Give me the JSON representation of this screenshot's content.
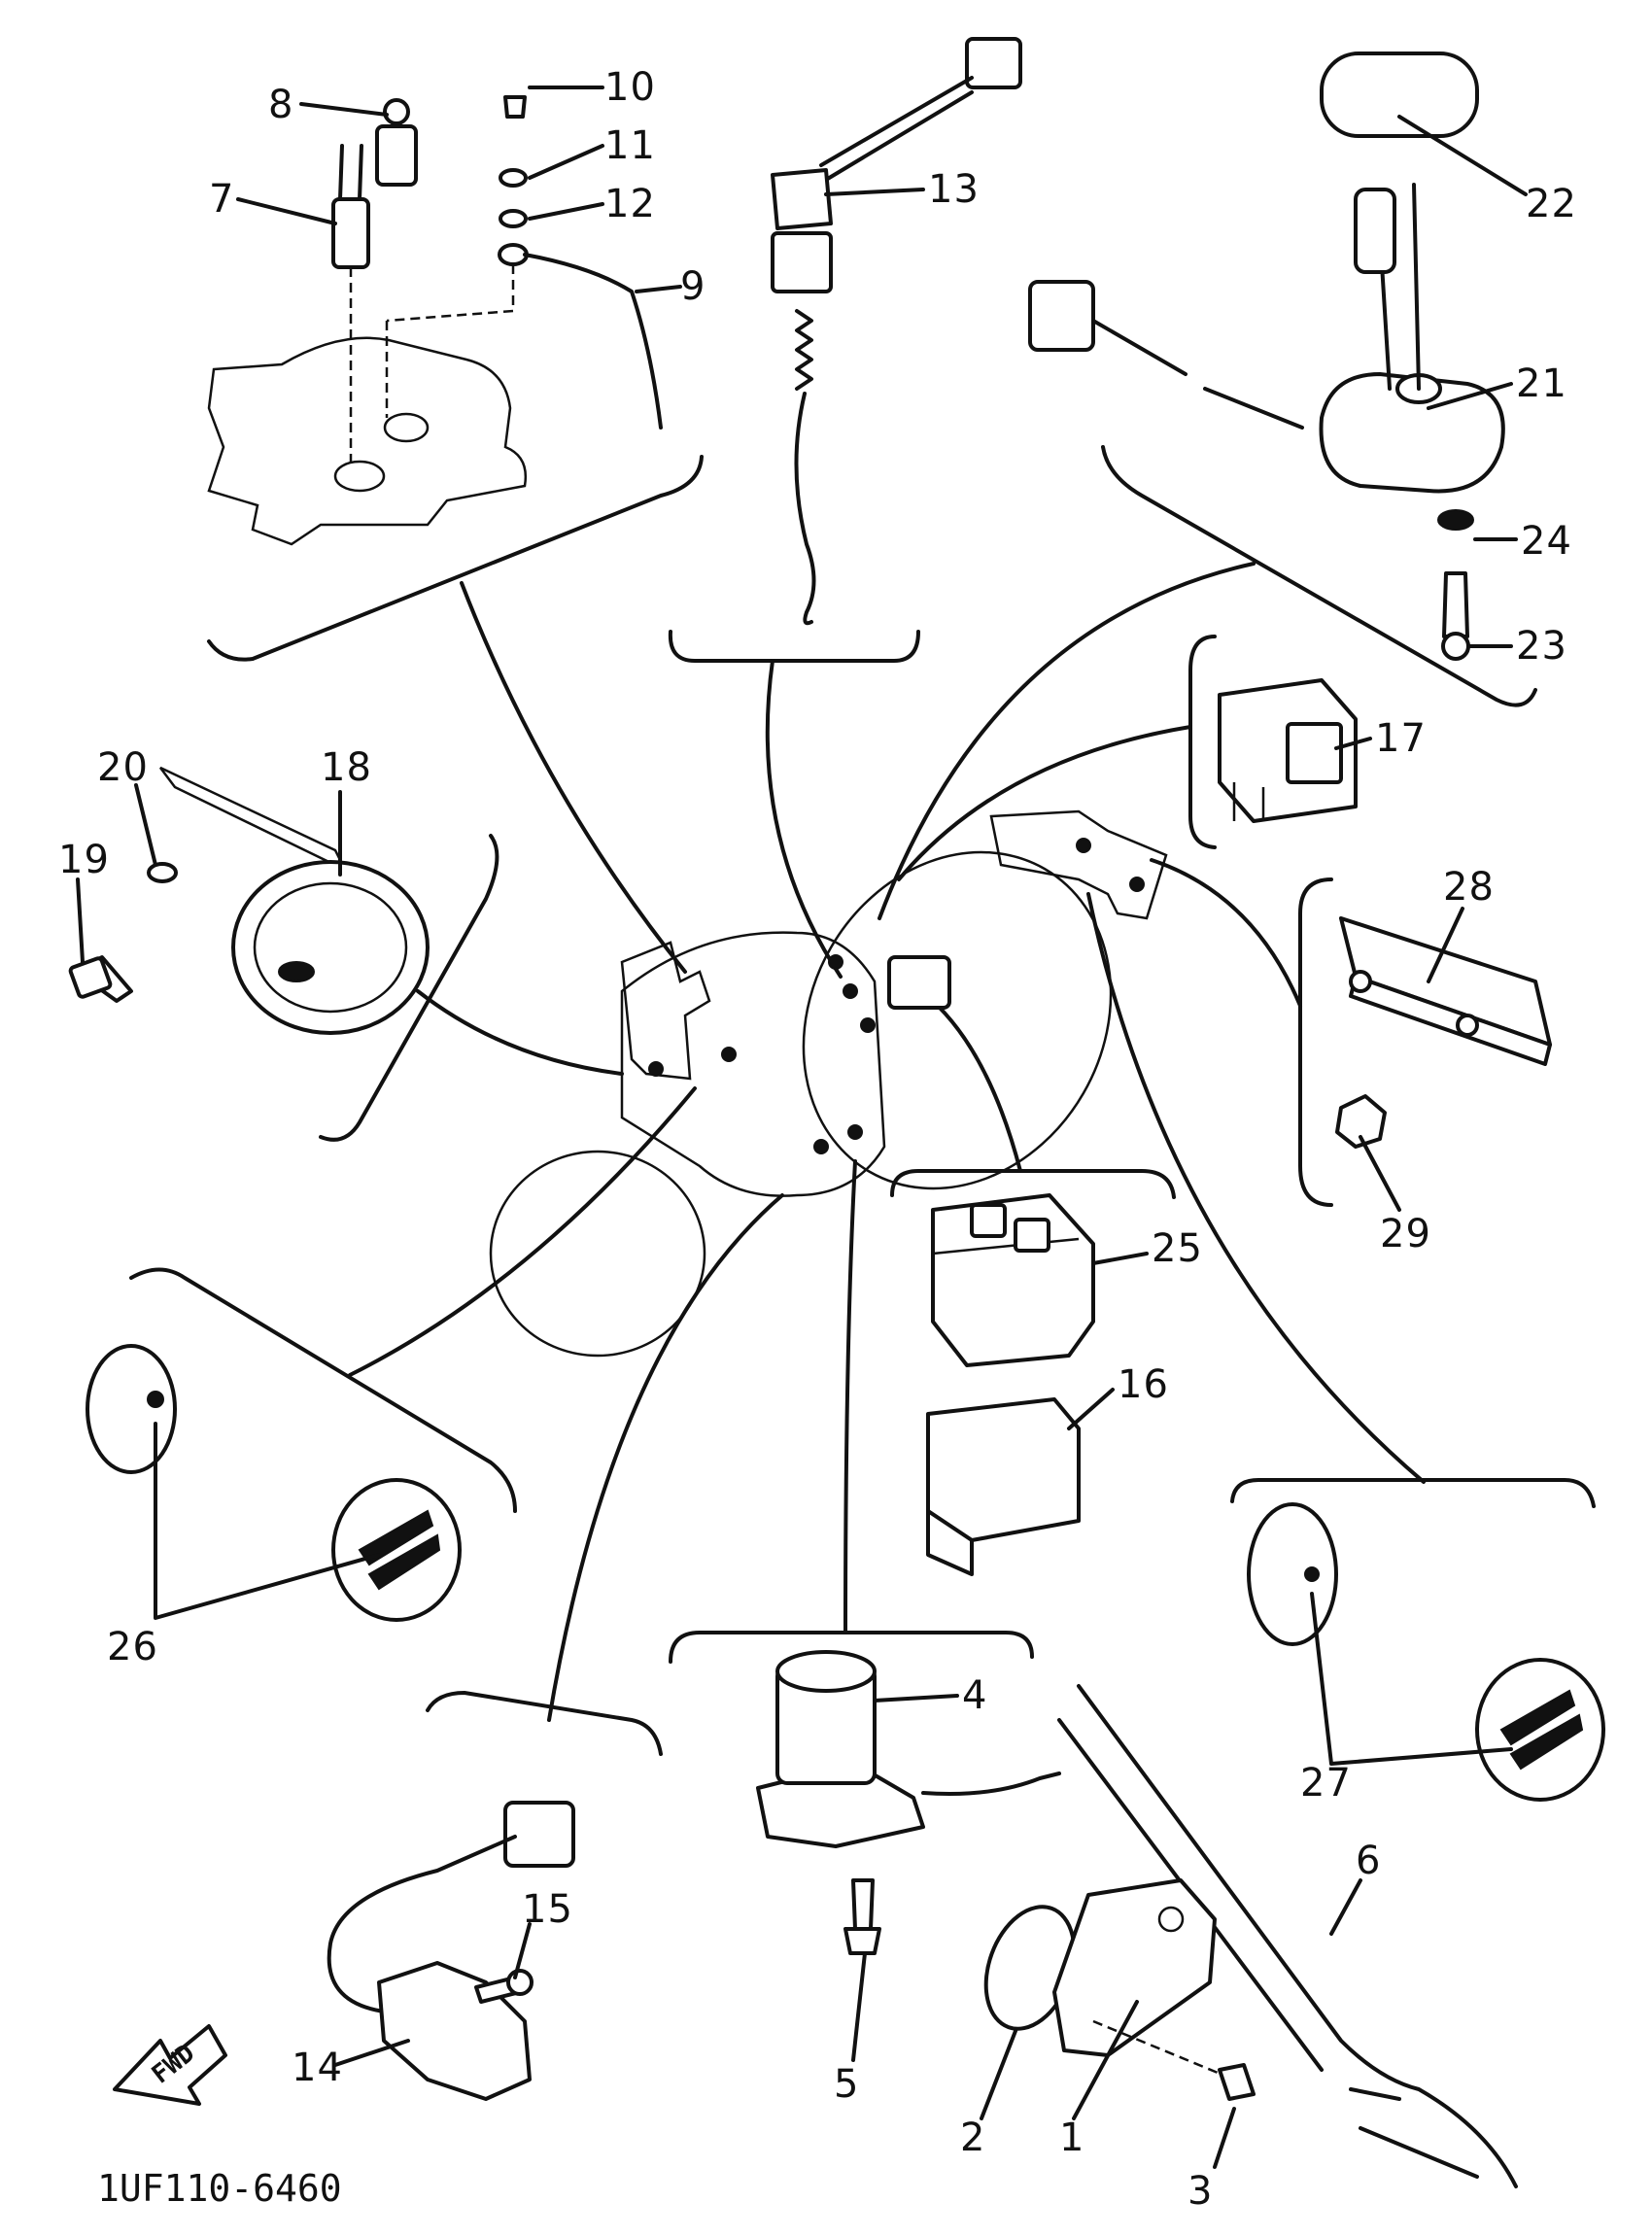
{
  "diagram": {
    "part_labels": [
      "1",
      "2",
      "3",
      "4",
      "5",
      "6",
      "7",
      "8",
      "9",
      "10",
      "11",
      "12",
      "13",
      "14",
      "15",
      "16",
      "17",
      "18",
      "19",
      "20",
      "21",
      "22",
      "23",
      "24",
      "25",
      "26",
      "27",
      "28",
      "29"
    ],
    "direction_arrow_text": "FWD",
    "drawing_code": "1UF110-6460"
  }
}
